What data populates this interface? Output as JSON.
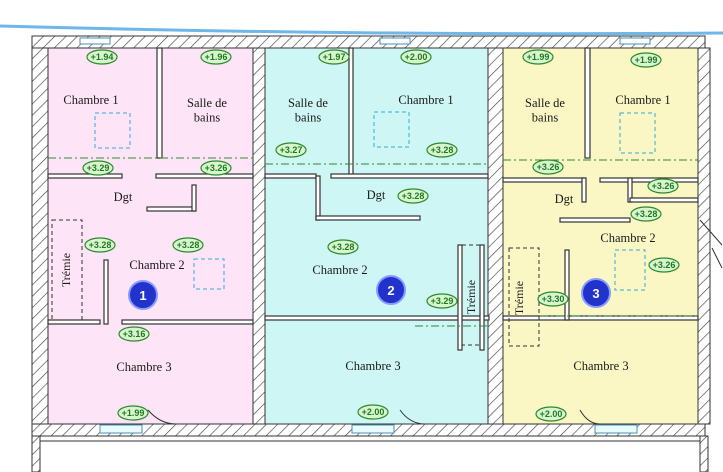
{
  "colors": {
    "unit1": "#fde4f6",
    "unit2": "#cdf6f4",
    "unit3": "#fbf7c4",
    "wall": "#333333",
    "badge_fill": "#d8f5d0",
    "badge_stroke": "#2b8a2b",
    "badge_text": "#1f7a1f",
    "unit_number_fill": "#2233cc",
    "dashdot_line": "#2e8b2e",
    "dashed_square": "#33aadd",
    "sky_line": "#6fb7e8"
  },
  "units": [
    {
      "number": "1",
      "rooms": {
        "chambre1": "Chambre 1",
        "salle_de_bains": "Salle de\nbains",
        "dgt": "Dgt",
        "tremie": "Trémie",
        "chambre2": "Chambre 2",
        "chambre3": "Chambre 3"
      }
    },
    {
      "number": "2",
      "rooms": {
        "salle_de_bains": "Salle de\nbains",
        "chambre1": "Chambre 1",
        "dgt": "Dgt",
        "chambre2": "Chambre 2",
        "tremie": "Trémie",
        "chambre3": "Chambre 3"
      }
    },
    {
      "number": "3",
      "rooms": {
        "salle_de_bains": "Salle de\nbains",
        "chambre1": "Chambre 1",
        "dgt": "Dgt",
        "chambre2": "Chambre 2",
        "tremie": "Trémie",
        "chambre3": "Chambre 3"
      }
    }
  ],
  "levels": {
    "u1_chambre1_top": "+1.94",
    "u1_sdb_top": "+1.96",
    "u1_mid_left": "+3.29",
    "u1_mid_right": "+3.26",
    "u1_tremie": "+3.28",
    "u1_chambre2": "+3.28",
    "u1_lower": "+3.16",
    "u1_chambre3": "+1.99",
    "u2_sdb_top": "+1.97",
    "u2_chambre1_top": "+2.00",
    "u2_mid_left": "+3.27",
    "u2_mid_right": "+3.28",
    "u2_dgt": "+3.28",
    "u2_chambre2": "+3.28",
    "u2_tremie_side": "+3.29",
    "u2_chambre3": "+2.00",
    "u3_sdb_top": "+1.99",
    "u3_chambre1_top": "+1.99",
    "u3_mid": "+3.26",
    "u3_right": "+3.26",
    "u3_dgt": "+3.28",
    "u3_chambre2": "+3.26",
    "u3_tremie_side": "+3.30",
    "u3_chambre3": "+2.00"
  }
}
